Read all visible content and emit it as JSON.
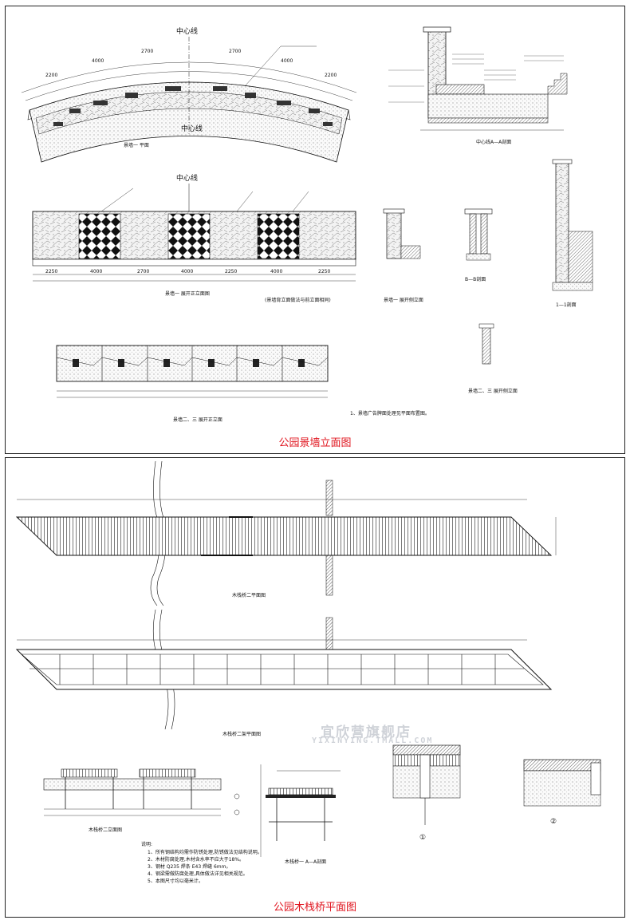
{
  "top_panel": {
    "caption": "公园景墙立面图",
    "labels": {
      "center_line_1": "中心线",
      "center_line_2": "中心线",
      "center_line_3": "中心线",
      "plan_title": "景墙一 平面",
      "aa_section": "中心线A—A剖面",
      "wall1_front": "景墙一 展开正立面图",
      "wall1_note": "(景墙背立面做法与前立面相同)",
      "wall1_side": "景墙一 展开侧立面",
      "bb_section": "B—B剖面",
      "section_11": "1—1剖面",
      "wall23_front": "景墙二、三 展开正立面",
      "wall23_side": "景墙二、三 展开侧立面",
      "note": "1、景墙广告牌面处理见平面布置图。"
    },
    "dims_plan": [
      "2200",
      "4000",
      "2700",
      "2700",
      "4000",
      "2200"
    ],
    "dims_wall1": [
      "2250",
      "4000",
      "2700",
      "4000",
      "2250",
      "4000",
      "2250"
    ]
  },
  "bottom_panel": {
    "caption": "公园木栈桥平面图",
    "labels": {
      "deck_plan": "木栈桥二平面图",
      "frame_plan": "木栈桥二架平面图",
      "elevation": "木栈桥二立面图",
      "section_aa": "木栈桥一 A—A剖面",
      "detail_1": "①",
      "detail_2": "②",
      "notes_title": "说明:",
      "note_1": "1、所有钢结构均需作防锈处理,防锈做法见结构说明。",
      "note_2": "2、木材防腐处理,木材含水率不应大于18%。",
      "note_3": "3、钢材 Q235 焊条 E43 焊缝 6mm。",
      "note_4": "4、钢梁需做防腐处理,具体做法详见相关规范。",
      "note_5": "5、本图尺寸均以毫米计。"
    },
    "watermark": "宜欣营旗舰店",
    "watermark_url": "YIXINYING.TMALL.COM"
  }
}
